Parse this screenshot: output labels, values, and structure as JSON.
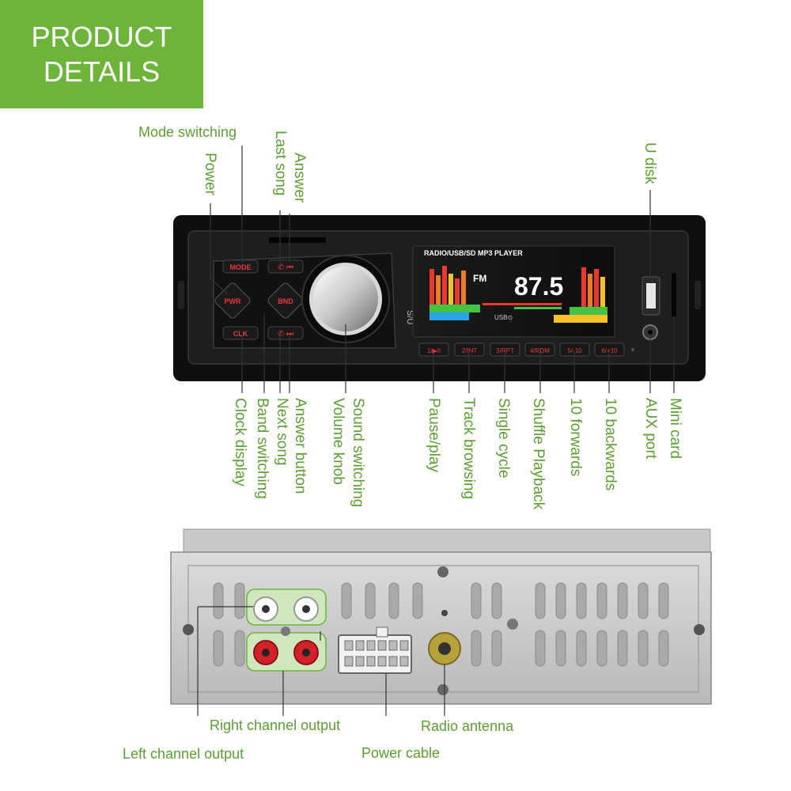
{
  "banner": {
    "line1": "PRODUCT",
    "line2": "DETAILS"
  },
  "front_panel": {
    "header": "RADIO/USB/SD MP3 PLAYER",
    "display_band": "FM",
    "display_freq": "87.5",
    "buttons": {
      "mode": "MODE",
      "pwr": "PWR",
      "bnd": "BND",
      "clk": "CLK",
      "preset1": "1/▶II",
      "preset2": "2/INT",
      "preset3": "3/RPT",
      "preset4": "4/RDM",
      "preset5": "5/-10",
      "preset6": "6/+10"
    }
  },
  "labels_top": {
    "mode_switching": "Mode switching",
    "power": "Power",
    "last_song": "Last song",
    "answer": "Answer",
    "u_disk": "U disk"
  },
  "labels_bottom": {
    "clock_display": "Clock display",
    "band_switching": "Band switching",
    "next_song": "Next song",
    "answer_button": "Answer button",
    "volume_knob": "Volume knob",
    "sound_switching": "Sound switching",
    "pause_play": "Pause/play",
    "track_browsing": "Track browsing",
    "single_cycle": "Single cycle",
    "shuffle_playback": "Shuffle Playback",
    "ten_forwards": "10 forwards",
    "ten_backwards": "10 backwards",
    "aux_port": "AUX port",
    "mini_card": "Mini card"
  },
  "labels_rear": {
    "right_channel_output": "Right channel output",
    "radio_antenna": "Radio antenna",
    "left_channel_output": "Left channel output",
    "power_cable": "Power cable"
  },
  "colors": {
    "accent": "#6db43a",
    "label": "#5d9e33",
    "button_red": "#d8262a"
  }
}
